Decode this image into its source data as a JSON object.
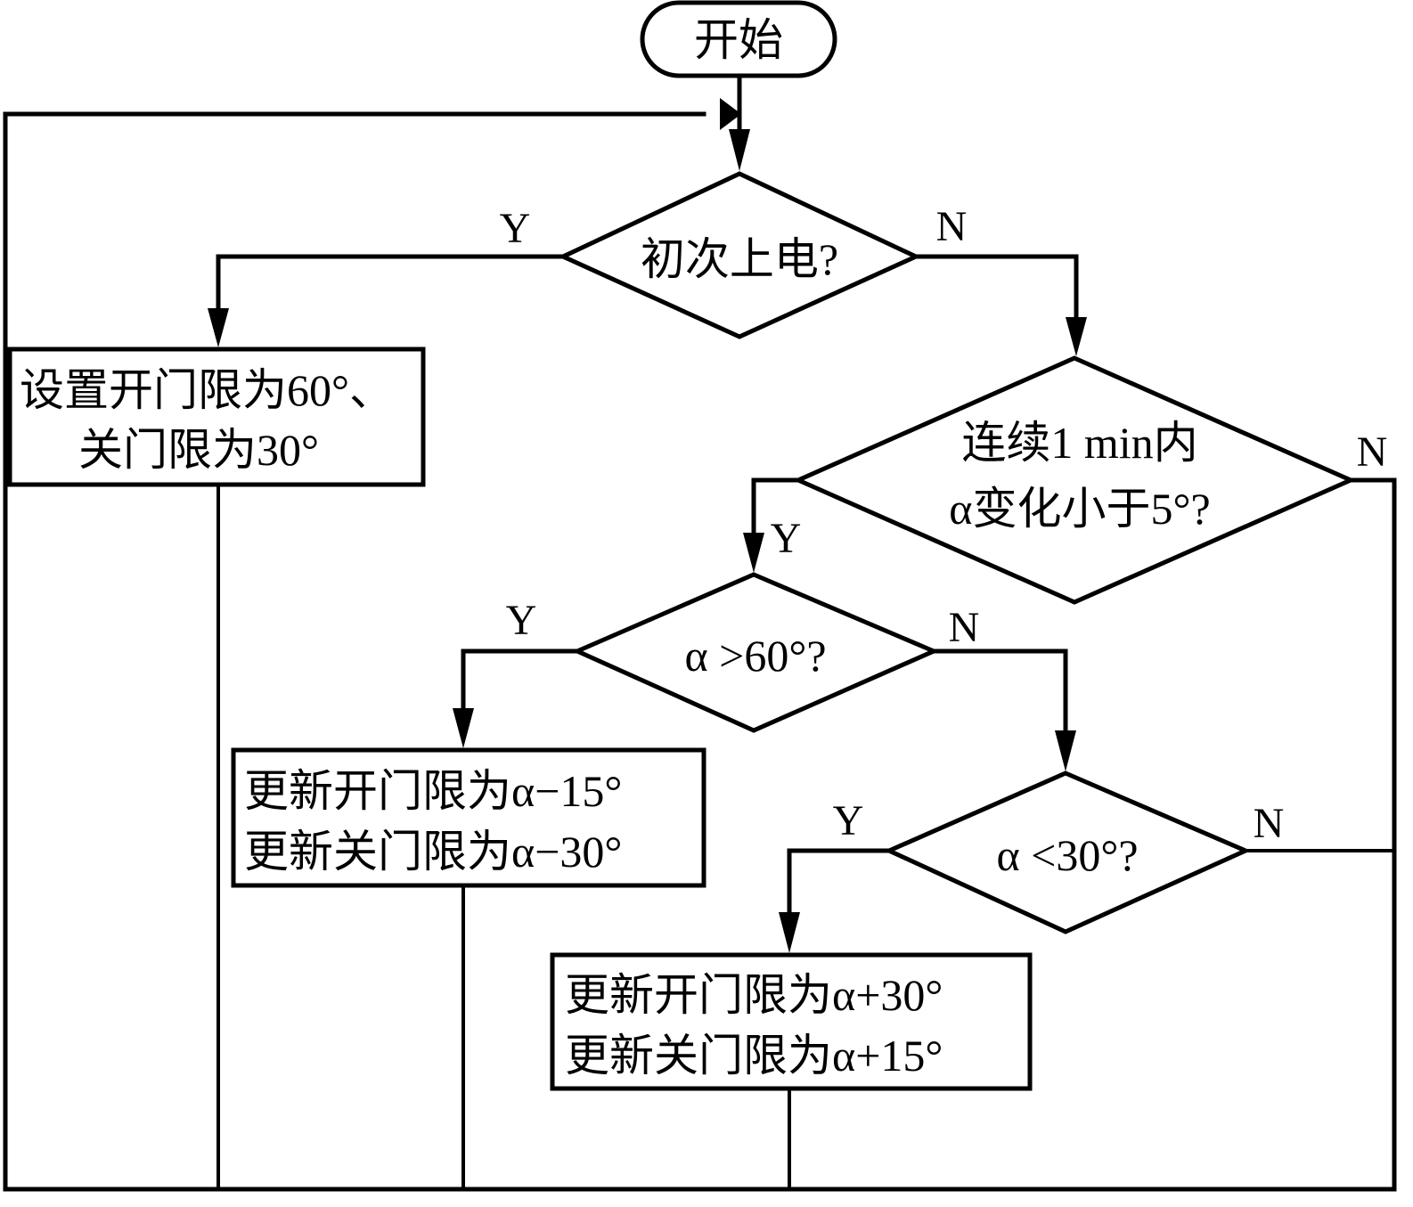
{
  "title": "门限自适应更新流程图",
  "nodes": {
    "start": {
      "type": "terminator",
      "label": "开始"
    },
    "first_power_on": {
      "type": "decision",
      "label": "初次上电?"
    },
    "init_limits": {
      "type": "process",
      "lines": [
        "设置开门限为60°、",
        "关门限为30°"
      ]
    },
    "stable_check": {
      "type": "decision",
      "lines": [
        "连续1 min内",
        "α变化小于5°?"
      ]
    },
    "gt60": {
      "type": "decision",
      "label": "α >60°?"
    },
    "lt30": {
      "type": "decision",
      "label": "α <30°?"
    },
    "update_high": {
      "type": "process",
      "lines": [
        "更新开门限为α−15°",
        "更新关门限为α−30°"
      ]
    },
    "update_low": {
      "type": "process",
      "lines": [
        "更新开门限为α+30°",
        "更新关门限为α+15°"
      ]
    }
  },
  "branch_labels": {
    "yes": "Y",
    "no": "N"
  },
  "edges": [
    {
      "from": "start",
      "to": "first_power_on"
    },
    {
      "from": "first_power_on",
      "to": "init_limits",
      "label": "Y"
    },
    {
      "from": "first_power_on",
      "to": "stable_check",
      "label": "N"
    },
    {
      "from": "stable_check",
      "to": "gt60",
      "label": "Y"
    },
    {
      "from": "stable_check",
      "to": "first_power_on",
      "label": "N"
    },
    {
      "from": "gt60",
      "to": "update_high",
      "label": "Y"
    },
    {
      "from": "gt60",
      "to": "lt30",
      "label": "N"
    },
    {
      "from": "lt30",
      "to": "update_low",
      "label": "Y"
    },
    {
      "from": "lt30",
      "to": "first_power_on",
      "label": "N"
    },
    {
      "from": "init_limits",
      "to": "first_power_on"
    },
    {
      "from": "update_high",
      "to": "first_power_on"
    },
    {
      "from": "update_low",
      "to": "first_power_on"
    }
  ]
}
